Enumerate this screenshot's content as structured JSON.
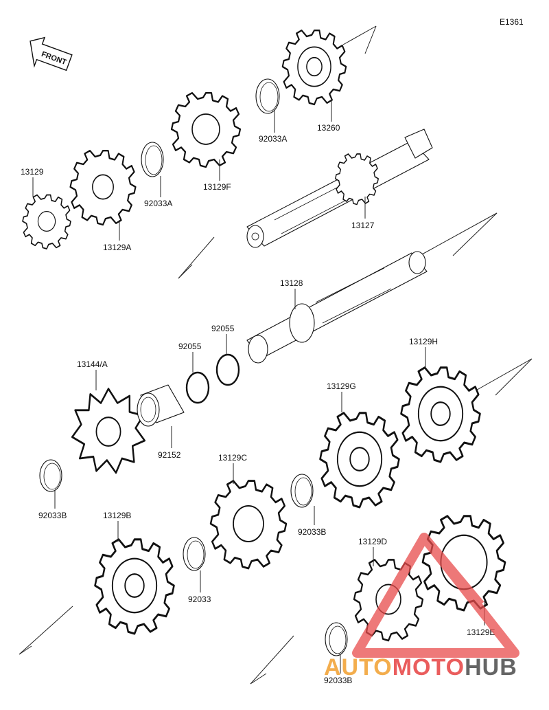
{
  "diagram_code": "E1361",
  "front_label": "FRONT",
  "watermark": {
    "part1": "AUTO",
    "part2": "MOTO",
    "part3": "HUB",
    "color_auto": "#f2a53a",
    "color_moto": "#e84c4c",
    "color_hub": "#555555"
  },
  "parts": {
    "p13260": "13260",
    "p92033A_top": "92033A",
    "p13129F": "13129F",
    "p92033A_mid": "92033A",
    "p13129": "13129",
    "p13129A": "13129A",
    "p13127": "13127",
    "p13128": "13128",
    "p92055_a": "92055",
    "p92055_b": "92055",
    "p13144A": "13144/A",
    "p92152": "92152",
    "p13129H": "13129H",
    "p13129G": "13129G",
    "p92033B_left": "92033B",
    "p13129C": "13129C",
    "p92033B_mid": "92033B",
    "p13129B": "13129B",
    "p92033": "92033",
    "p13129D": "13129D",
    "p13129E": "13129E",
    "p92033B_bottom": "92033B"
  }
}
